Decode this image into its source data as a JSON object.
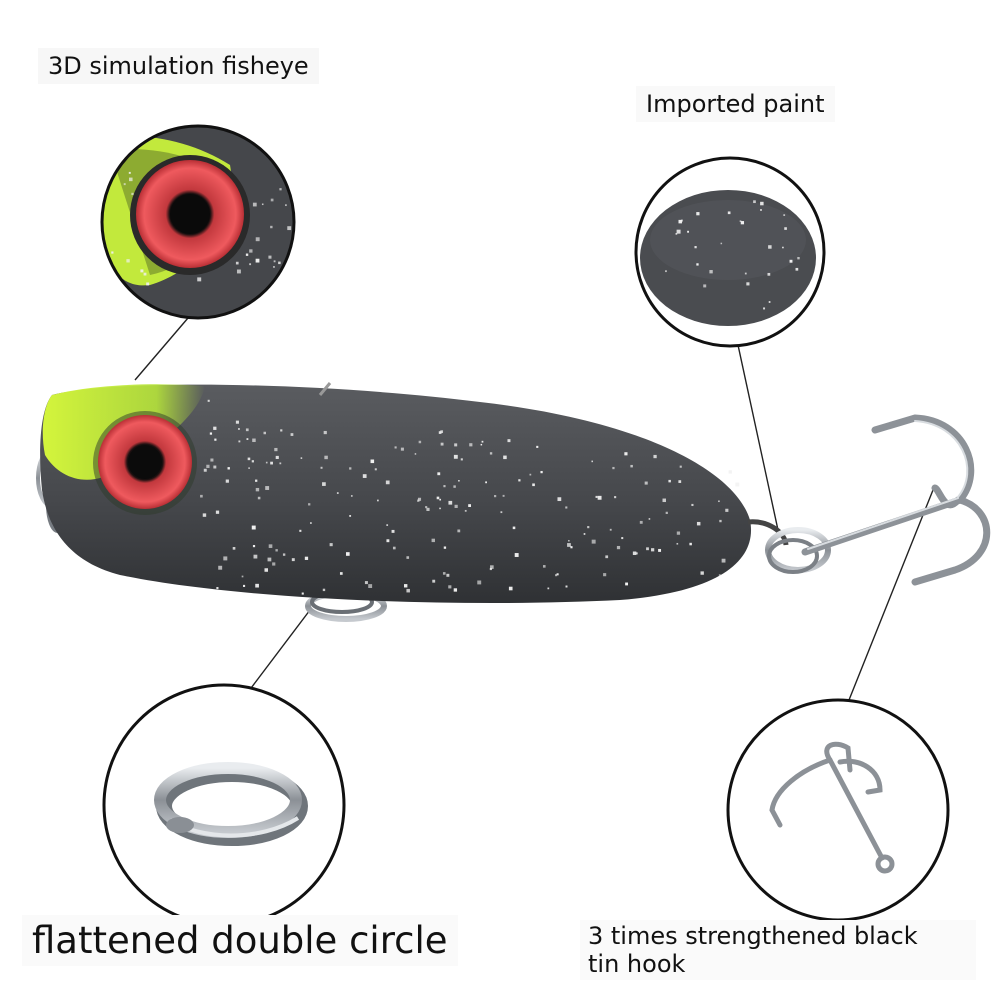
{
  "callouts": {
    "fisheye": "3D simulation fisheye",
    "paint": "Imported paint",
    "split_ring": "flattened double circle",
    "hook_line1": "3 times strengthened black",
    "hook_line2": "tin hook"
  },
  "colors": {
    "body": "#4a4c50",
    "head_chartreuse": "#c8f23a",
    "eye_red": "#e0444a",
    "metal": "#9aa0a6"
  }
}
